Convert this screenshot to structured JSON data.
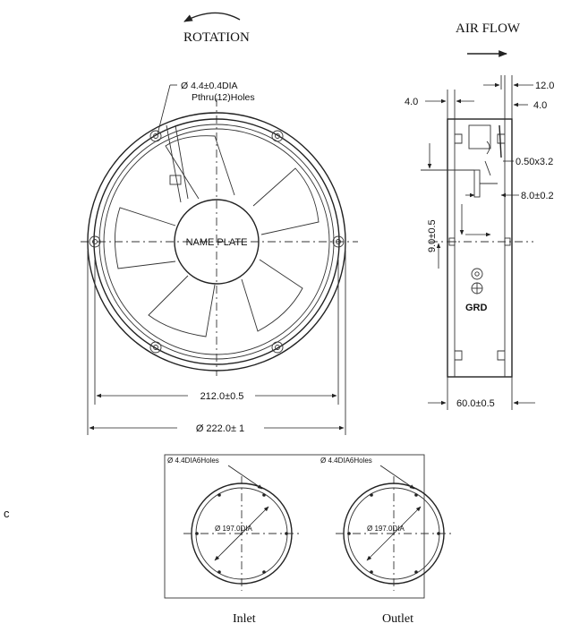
{
  "labels": {
    "rotation": "ROTATION",
    "air_flow": "AIR FLOW",
    "hole_note_line1": "Ø 4.4±0.4DIA",
    "hole_note_line2": "Pthru(12)Holes",
    "name_plate": "NAME PLATE",
    "dim_212": "212.0±0.5",
    "dim_222": "Ø 222.0± 1",
    "side_4_left": "4.0",
    "side_12": "12.0",
    "side_4_right": "4.0",
    "side_050": "0.50x3.2",
    "side_8": "8.0±0.2",
    "side_9": "9.0±0.5",
    "grd": "GRD",
    "side_60": "60.0±0.5",
    "inlet_holes": "Ø 4.4DIA6Holes",
    "outlet_holes": "Ø 4.4DIA6Holes",
    "inlet_dia": "Ø 197.0DIA",
    "outlet_dia": "Ø 197.0DIA",
    "inlet": "Inlet",
    "outlet": "Outlet",
    "side_mark": "c"
  }
}
